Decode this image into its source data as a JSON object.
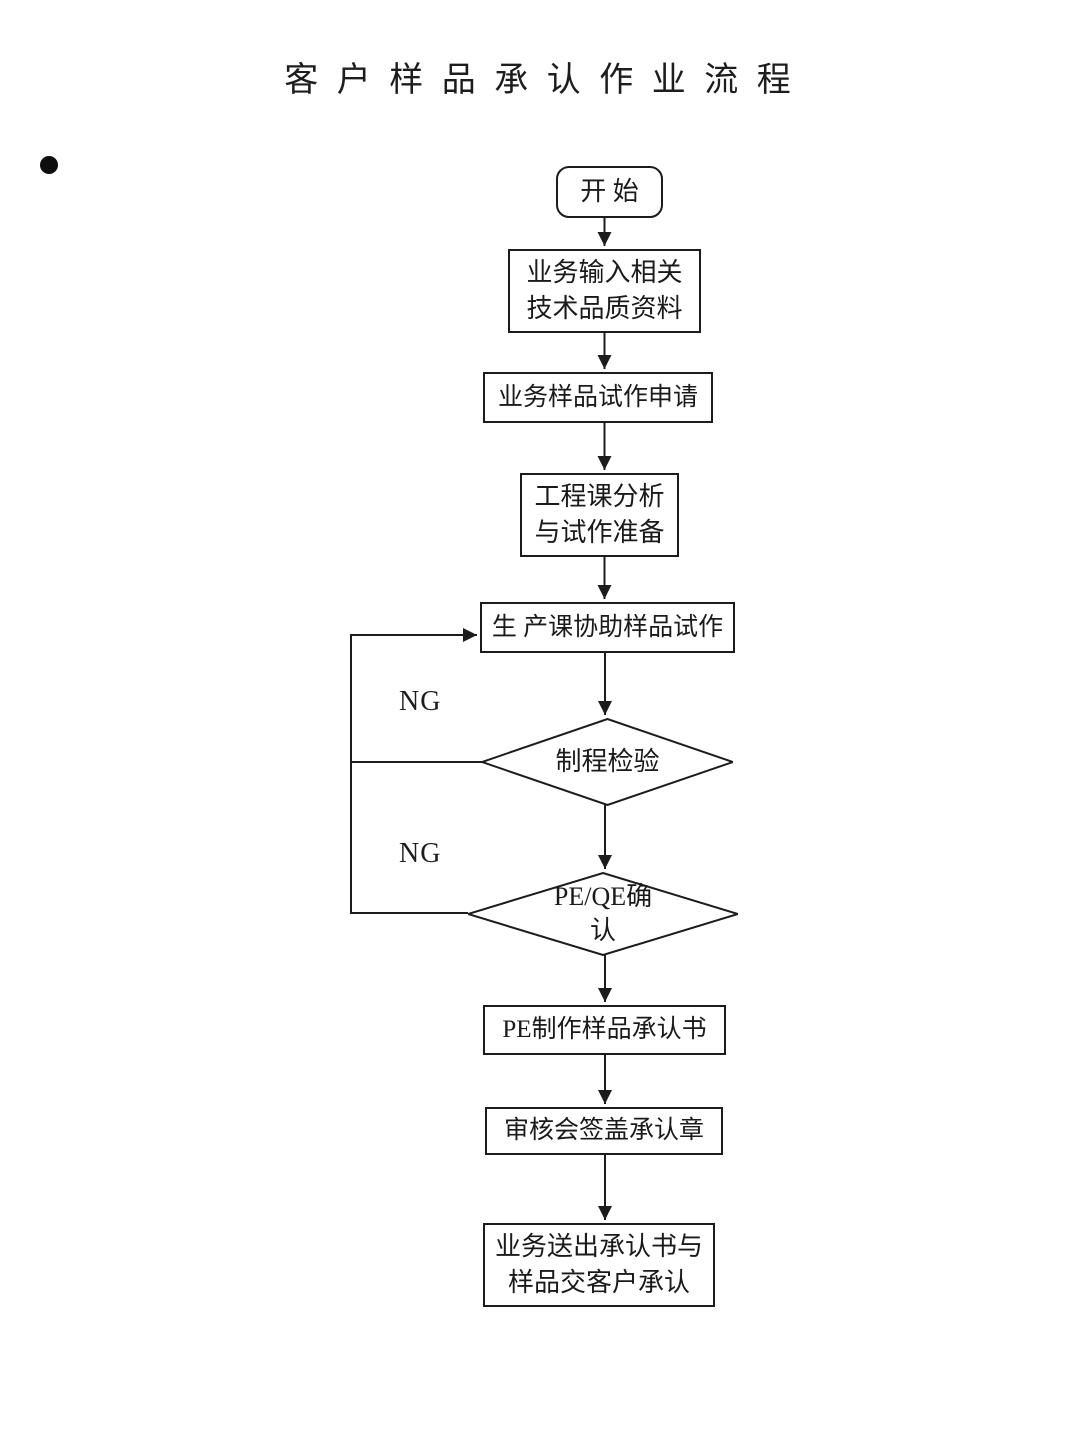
{
  "page": {
    "title": "客 户 样 品 承 认 作 业 流 程"
  },
  "colors": {
    "line": "#1c1c1c",
    "text": "#1a1a1a",
    "background": "#ffffff"
  },
  "flowchart": {
    "nodes": {
      "start": {
        "type": "terminator",
        "label": "开 始"
      },
      "input": {
        "type": "process",
        "line1": "业务输入相关",
        "line2": "技术品质资料"
      },
      "apply": {
        "type": "process",
        "label": "业务样品试作申请"
      },
      "analysis": {
        "type": "process",
        "line1": "工程课分析",
        "line2": "与试作准备"
      },
      "production": {
        "type": "process",
        "label": "生 产课协助样品试作"
      },
      "inspection": {
        "type": "decision",
        "label": "制程检验"
      },
      "confirm": {
        "type": "decision",
        "line1": "PE/QE确",
        "line2": "认"
      },
      "approval_doc": {
        "type": "process",
        "label": "PE制作样品承认书"
      },
      "review": {
        "type": "process",
        "label": "审核会签盖承认章"
      },
      "delivery": {
        "type": "process",
        "line1": "业务送出承认书与",
        "line2": "样品交客户承认"
      }
    },
    "labels": {
      "ng1": "NG",
      "ng2": "NG"
    },
    "edges": [
      {
        "from": "start",
        "to": "input"
      },
      {
        "from": "input",
        "to": "apply"
      },
      {
        "from": "apply",
        "to": "analysis"
      },
      {
        "from": "analysis",
        "to": "production"
      },
      {
        "from": "production",
        "to": "inspection"
      },
      {
        "from": "inspection",
        "to": "confirm"
      },
      {
        "from": "inspection",
        "to": "production",
        "label": "NG"
      },
      {
        "from": "confirm",
        "to": "production",
        "label": "NG"
      },
      {
        "from": "confirm",
        "to": "approval_doc"
      },
      {
        "from": "approval_doc",
        "to": "review"
      },
      {
        "from": "review",
        "to": "delivery"
      }
    ]
  }
}
